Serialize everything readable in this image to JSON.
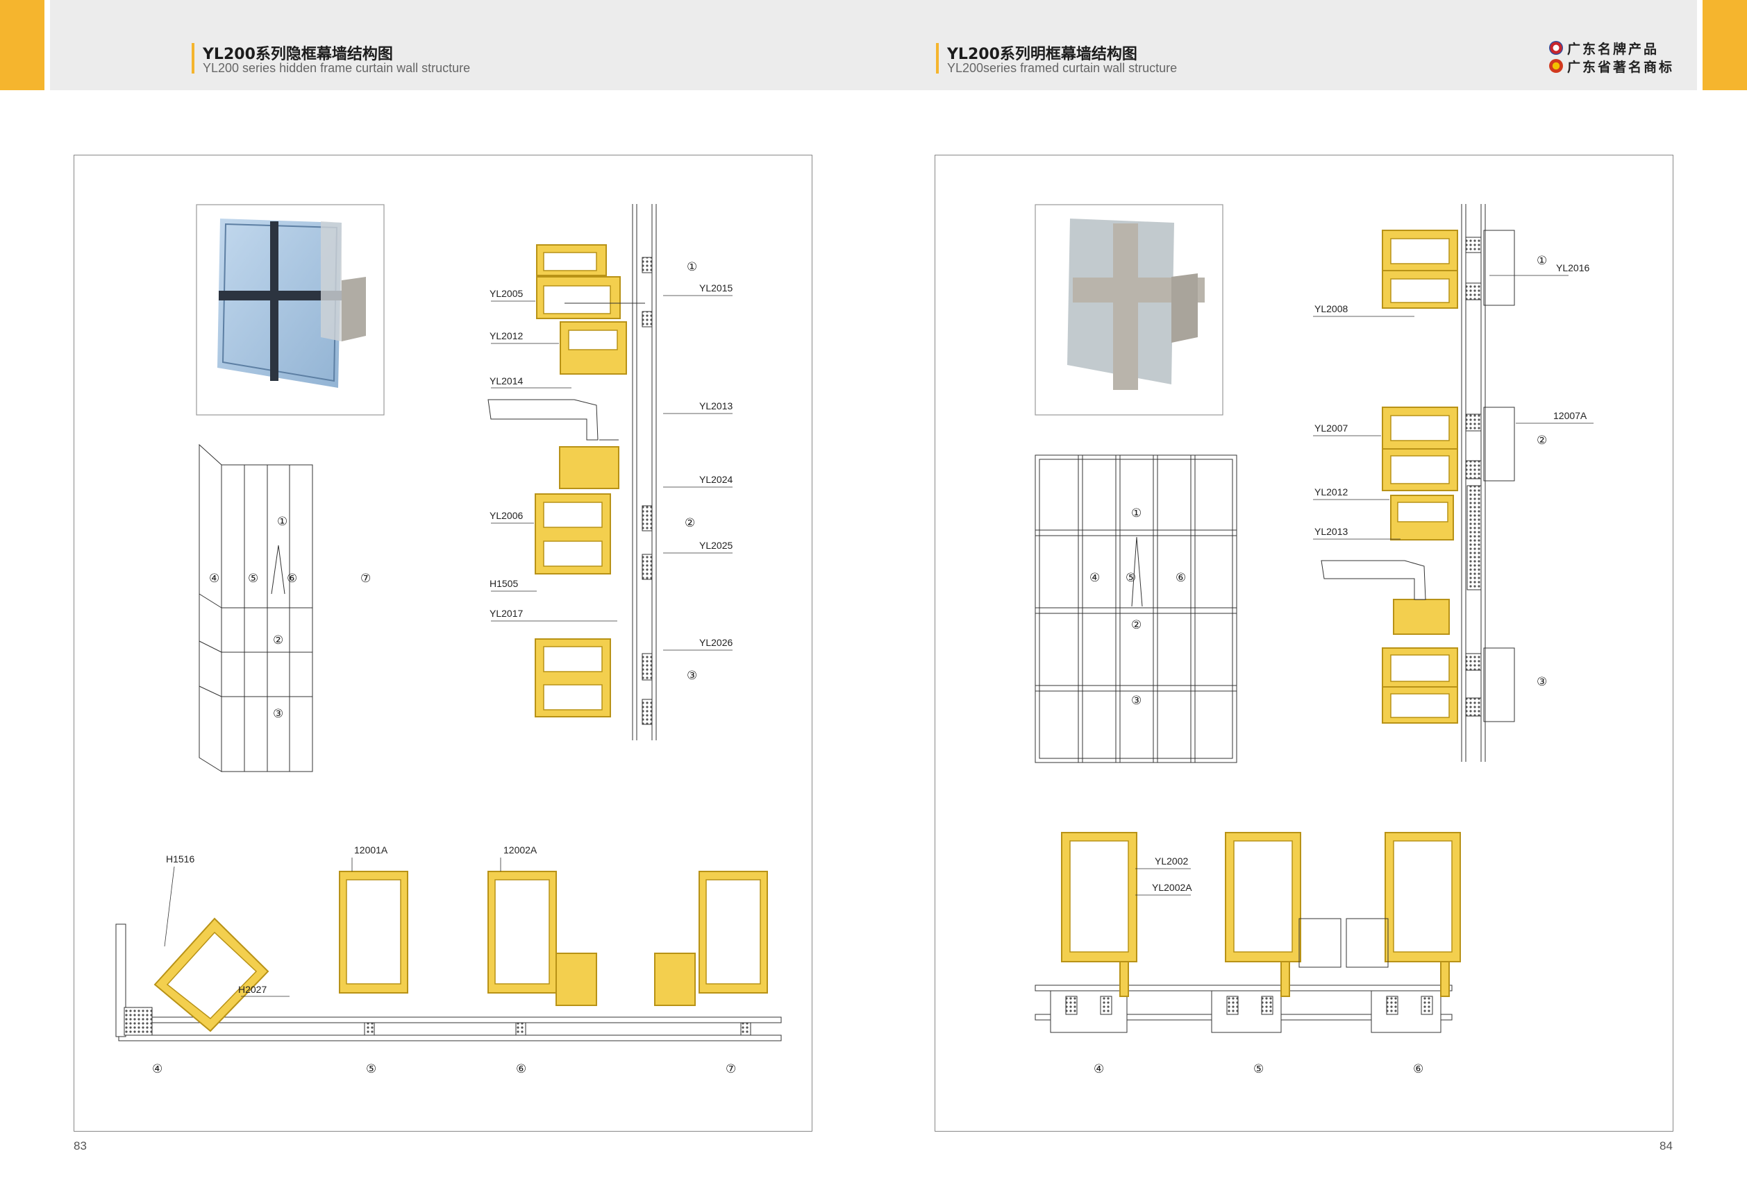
{
  "header": {
    "left_title_zh": "YL200系列隐框幕墙结构图",
    "left_title_en": "YL200 series hidden frame curtain wall structure",
    "right_title_zh": "YL200系列明框幕墙结构图",
    "right_title_en": "YL200series framed curtain wall structure",
    "brand_line1": "广东名牌产品",
    "brand_line2": "广东省著名商标"
  },
  "left_panel": {
    "section_labels": [
      "YL2005",
      "YL2012",
      "YL2014",
      "YL2015",
      "YL2013",
      "YL2024",
      "YL2006",
      "YL2025",
      "H1505",
      "YL2017",
      "YL2026"
    ],
    "section_markers": [
      "①",
      "②",
      "③"
    ],
    "elevation_markers": [
      "①",
      "②",
      "③",
      "④",
      "⑤",
      "⑥",
      "⑦"
    ],
    "plan_labels": [
      "H1516",
      "H2027",
      "12001A",
      "12002A"
    ],
    "plan_markers": [
      "④",
      "⑤",
      "⑥",
      "⑦"
    ]
  },
  "right_panel": {
    "section_labels": [
      "YL2016",
      "YL2008",
      "YL2007",
      "12007A",
      "YL2012",
      "YL2013"
    ],
    "section_markers": [
      "①",
      "②",
      "③"
    ],
    "elevation_markers": [
      "①",
      "②",
      "③",
      "④",
      "⑤",
      "⑥"
    ],
    "plan_labels": [
      "YL2002",
      "YL2002A"
    ],
    "plan_markers": [
      "④",
      "⑤",
      "⑥"
    ]
  },
  "footer": {
    "page_left": "83",
    "page_right": "84"
  },
  "colors": {
    "accent": "#f5b52e",
    "profile": "#f3cf4e",
    "profile_stroke": "#b89216",
    "glass": "#8fb6d8"
  }
}
